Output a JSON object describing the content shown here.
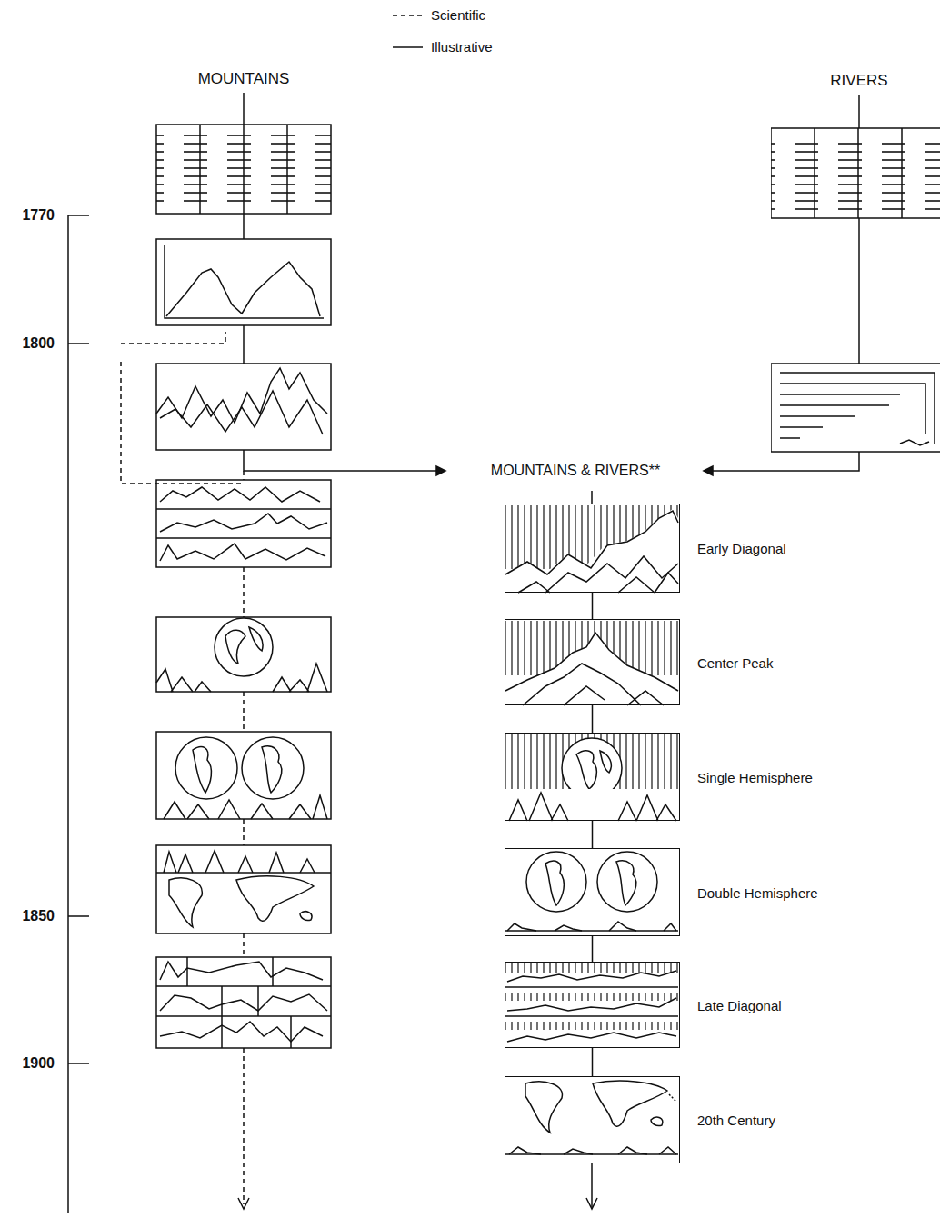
{
  "diagram": {
    "nodes": [
      {
        "text": [
          "Early Diagonal"
        ]
      },
      {
        "text": [
          "Center Peak"
        ]
      },
      {
        "text": [
          "Single Hemisphere"
        ]
      },
      {
        "text": [
          "Double Hemisphere"
        ]
      },
      {
        "text": [
          "Late Diagonal"
        ]
      },
      {
        "text": [
          "20th Century"
        ]
      }
    ],
    "edges": [
      {
        "from": 0,
        "to": 1,
        "arrow": "none"
      },
      {
        "from": 1,
        "to": 2,
        "arrow": "none"
      },
      {
        "from": 2,
        "to": 3,
        "arrow": "none"
      },
      {
        "from": 3,
        "to": 4,
        "arrow": "none"
      },
      {
        "from": 4,
        "to": 5,
        "arrow": "none"
      }
    ],
    "labels": [
      "MOUNTAINS",
      "RIVERS",
      "1770",
      "1800",
      "MOUNTAINS & RIVERS**",
      "1850",
      "1900"
    ],
    "legend": [
      {
        "text": "Scientific"
      },
      {
        "text": "Illustrative"
      }
    ]
  }
}
